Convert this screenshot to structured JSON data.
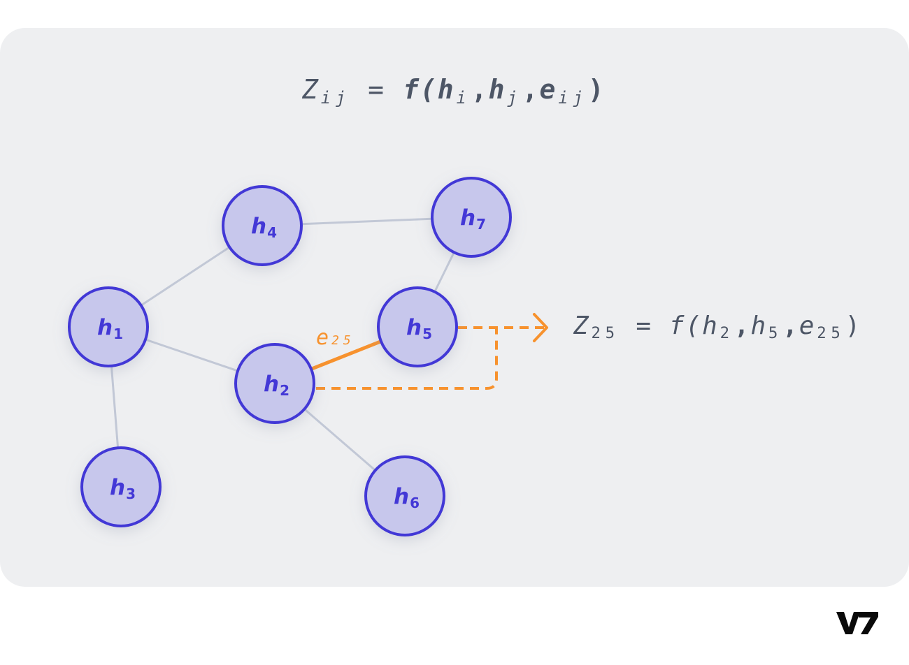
{
  "top_formula": {
    "lhs": "Z",
    "lhs_sub": "ij",
    "equals": "=",
    "func": "f(",
    "arg1": "h",
    "arg1_sub": "i",
    "arg2": "h",
    "arg2_sub": "j",
    "arg3": "e",
    "arg3_sub": "ij",
    "sep": ",",
    "close": ")"
  },
  "side_formula": {
    "lhs": "Z",
    "lhs_sub": "25",
    "equals": "=",
    "func": "f(",
    "arg1": "h",
    "arg1_sub": "2",
    "arg2": "h",
    "arg2_sub": "5",
    "arg3": "e",
    "arg3_sub": "25",
    "sep": ",",
    "close": ")"
  },
  "nodes": [
    {
      "id": "h1",
      "base": "h",
      "sub": "1"
    },
    {
      "id": "h2",
      "base": "h",
      "sub": "2"
    },
    {
      "id": "h3",
      "base": "h",
      "sub": "3"
    },
    {
      "id": "h4",
      "base": "h",
      "sub": "4"
    },
    {
      "id": "h5",
      "base": "h",
      "sub": "5"
    },
    {
      "id": "h6",
      "base": "h",
      "sub": "6"
    },
    {
      "id": "h7",
      "base": "h",
      "sub": "7"
    }
  ],
  "edges": [
    {
      "from": "h1",
      "to": "h4",
      "highlight": false
    },
    {
      "from": "h4",
      "to": "h7",
      "highlight": false
    },
    {
      "from": "h7",
      "to": "h5",
      "highlight": false
    },
    {
      "from": "h1",
      "to": "h2",
      "highlight": false
    },
    {
      "from": "h1",
      "to": "h3",
      "highlight": false
    },
    {
      "from": "h2",
      "to": "h6",
      "highlight": false
    },
    {
      "from": "h2",
      "to": "h5",
      "highlight": true
    }
  ],
  "edge_label": {
    "base": "e",
    "sub": "25"
  },
  "logo_text": "V7",
  "colors": {
    "background": "#eeeff1",
    "node_fill": "#c7c7ec",
    "node_stroke": "#4338d6",
    "edge": "#c2c8d6",
    "highlight": "#f7922e",
    "formula_text": "#4d5666"
  }
}
